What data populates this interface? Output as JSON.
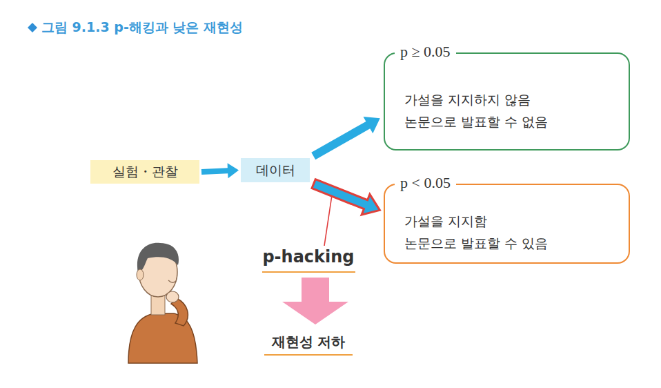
{
  "diagram": {
    "title": "그림 9.1.3 p-해킹과 낮은 재현성",
    "nodes": [
      {
        "text": [
          "실험・관찰"
        ]
      },
      {
        "text": [
          "데이터"
        ]
      },
      {
        "text": [
          "p ≥ 0.05",
          "가설을 지지하지 않음 논문으로 발표할 수 없음"
        ]
      },
      {
        "text": [
          "p < 0.05",
          "가설을 지지함 논문으로 발표할 수 있음"
        ]
      }
    ],
    "edges": [
      {
        "from": 0,
        "to": 1,
        "arrow": "to"
      },
      {
        "from": 1,
        "to": 2,
        "arrow": "to"
      },
      {
        "from": 1,
        "to": 3,
        "arrow": "to"
      }
    ],
    "labels": [
      "p-hacking",
      "재현성 저하"
    ]
  }
}
